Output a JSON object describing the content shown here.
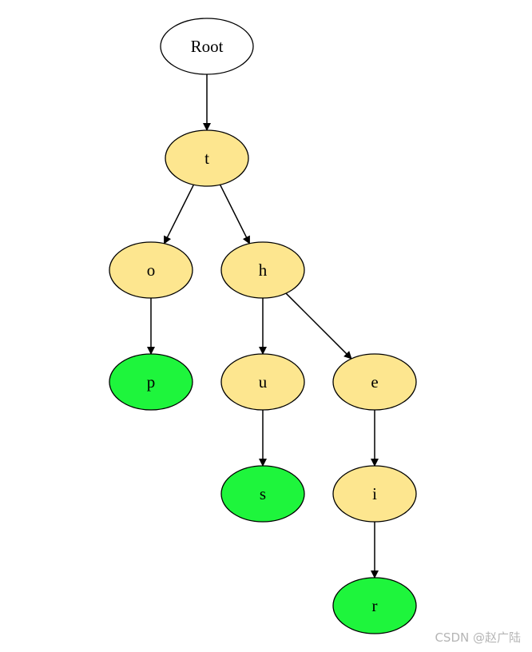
{
  "diagram": {
    "type": "tree",
    "colors": {
      "root_fill": "#ffffff",
      "inner_fill": "#fde68f",
      "terminal_fill": "#1ef53c",
      "stroke": "#000000"
    },
    "nodes": [
      {
        "id": "root",
        "label": "Root",
        "kind": "root"
      },
      {
        "id": "t",
        "label": "t",
        "kind": "inner"
      },
      {
        "id": "o",
        "label": "o",
        "kind": "inner"
      },
      {
        "id": "h",
        "label": "h",
        "kind": "inner"
      },
      {
        "id": "p",
        "label": "p",
        "kind": "terminal"
      },
      {
        "id": "u",
        "label": "u",
        "kind": "inner"
      },
      {
        "id": "e",
        "label": "e",
        "kind": "inner"
      },
      {
        "id": "s",
        "label": "s",
        "kind": "terminal"
      },
      {
        "id": "i",
        "label": "i",
        "kind": "inner"
      },
      {
        "id": "r",
        "label": "r",
        "kind": "terminal"
      }
    ],
    "edges": [
      {
        "from": "root",
        "to": "t"
      },
      {
        "from": "t",
        "to": "o"
      },
      {
        "from": "t",
        "to": "h"
      },
      {
        "from": "o",
        "to": "p"
      },
      {
        "from": "h",
        "to": "u"
      },
      {
        "from": "h",
        "to": "e"
      },
      {
        "from": "u",
        "to": "s"
      },
      {
        "from": "e",
        "to": "i"
      },
      {
        "from": "i",
        "to": "r"
      }
    ]
  },
  "watermark": "CSDN @赵广陆"
}
